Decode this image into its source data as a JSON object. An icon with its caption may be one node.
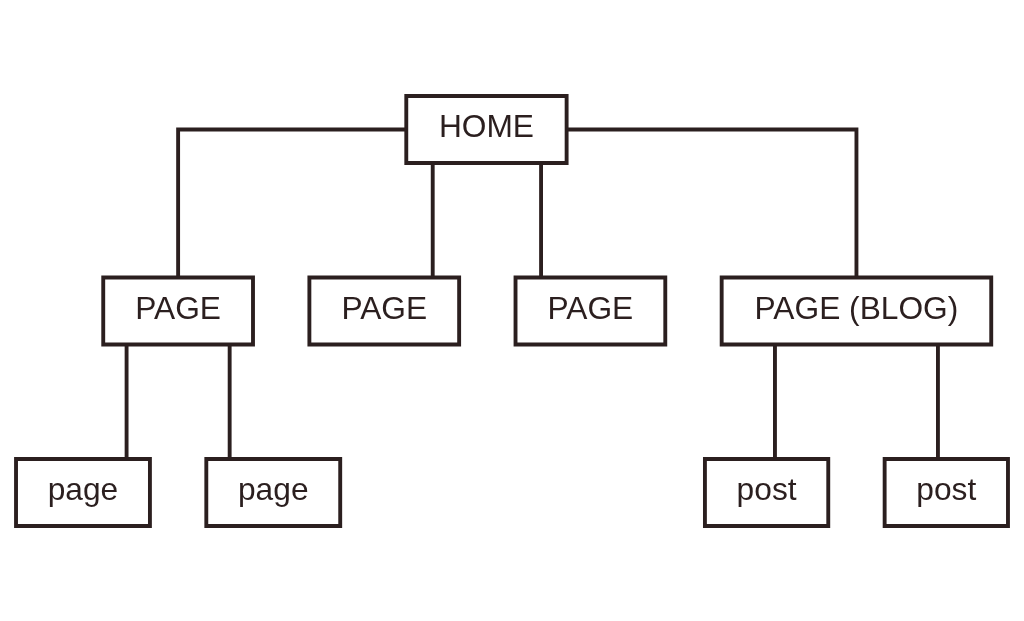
{
  "diagram": {
    "nodes": [
      {
        "text": [
          "HOME"
        ]
      },
      {
        "text": [
          "PAGE"
        ]
      },
      {
        "text": [
          "PAGE"
        ]
      },
      {
        "text": [
          "PAGE"
        ]
      },
      {
        "text": [
          "PAGE (BLOG)"
        ]
      },
      {
        "text": [
          "page"
        ]
      },
      {
        "text": [
          "page"
        ]
      },
      {
        "text": [
          "post"
        ]
      },
      {
        "text": [
          "post"
        ]
      }
    ],
    "edges": [
      {
        "from": 0,
        "to": 1,
        "arrow": "none"
      },
      {
        "from": 0,
        "to": 2,
        "arrow": "none"
      },
      {
        "from": 0,
        "to": 3,
        "arrow": "none"
      },
      {
        "from": 0,
        "to": 4,
        "arrow": "none"
      },
      {
        "from": 1,
        "to": 5,
        "arrow": "none"
      },
      {
        "from": 1,
        "to": 6,
        "arrow": "none"
      },
      {
        "from": 4,
        "to": 7,
        "arrow": "none"
      },
      {
        "from": 4,
        "to": 8,
        "arrow": "none"
      }
    ]
  }
}
